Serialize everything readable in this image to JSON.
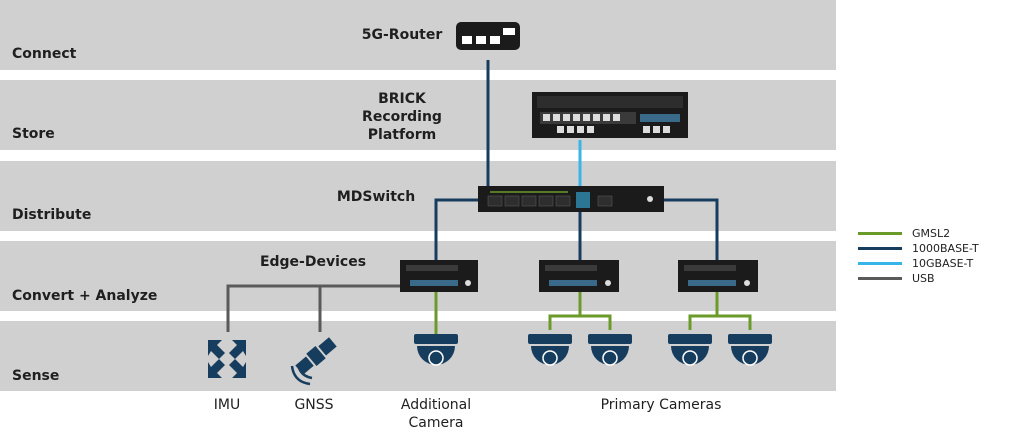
{
  "layers": [
    {
      "label": "Connect"
    },
    {
      "label": "Store"
    },
    {
      "label": "Distribute"
    },
    {
      "label": "Convert + Analyze"
    },
    {
      "label": "Sense"
    }
  ],
  "nodes": {
    "router": "5G-Router",
    "brick_line1": "BRICK",
    "brick_line2": "Recording",
    "brick_line3": "Platform",
    "mdswitch": "MDSwitch",
    "edge_devices": "Edge-Devices"
  },
  "sensors": {
    "imu": "IMU",
    "gnss": "GNSS",
    "additional_line1": "Additional",
    "additional_line2": "Camera",
    "primary": "Primary Cameras"
  },
  "legend": [
    {
      "label": "GMSL2",
      "color": "#6a9a2a"
    },
    {
      "label": "1000BASE-T",
      "color": "#173d5e"
    },
    {
      "label": "10GBASE-T",
      "color": "#39b4e8"
    },
    {
      "label": "USB",
      "color": "#5a5a5a"
    }
  ],
  "colors": {
    "gmsl2": "#6a9a2a",
    "gigabit": "#173d5e",
    "tengig": "#39b4e8",
    "usb": "#5a5a5a",
    "device": "#1b1b1b",
    "icon": "#173d5e"
  }
}
